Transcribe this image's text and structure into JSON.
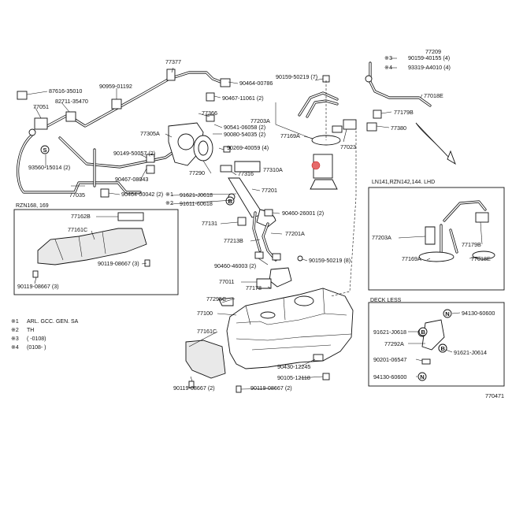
{
  "diagram": {
    "figure_number": "770471",
    "top_cut_label": "77209",
    "callouts": {
      "c87616": "87616-35010",
      "c77051": "77051",
      "c82711": "82711-35470",
      "c90959": "90959-01192",
      "c77377": "77377",
      "c90464a": "90464-00786",
      "c90467a": "90467-11061 (2)",
      "c77366": "77366",
      "c90541": "90541-06058 (2)",
      "c90080": "90080-54035 (2)",
      "c77305": "77305A",
      "c90269": "90269-40059 (4)",
      "c90149": "90149-50057 (2)",
      "c90467b": "90467-08043",
      "c77316": "77316",
      "c77310": "77310A",
      "c77290": "77290",
      "c93560": "93560-15014 (2)",
      "c77035": "77035",
      "c90464b": "90464-00042 (2)",
      "c91621a": "91621-J0618",
      "c91611": "91611-60618",
      "c77201": "77201",
      "c90460a": "90460-26001 (2)",
      "c77131": "77131",
      "c77213": "77213B",
      "c77201a": "77201A",
      "c90159a": "90159-50219 (7)",
      "c77203": "77203A",
      "c77169": "77169A",
      "c77023": "77023",
      "c90159b": "90159-40155 (4)",
      "c93319": "93319-A4010 (4)",
      "c77018": "77018E",
      "c77179": "77179B",
      "c77380": "77380",
      "c90159c": "90159-50219 (8)",
      "c90460b": "90460-46003 (2)",
      "c77011": "77011",
      "c77178": "77178",
      "c77295": "77295C",
      "c77100": "77100",
      "c77161c": "77161C",
      "c90430": "90430-12245",
      "c90105": "90105-12118",
      "c90119a": "90119-08667 (2)",
      "c90119b": "90119-08667 (2)",
      "c77162": "77162B",
      "c77161b": "77161C",
      "c90119c": "90119-08667 (3)",
      "c90119d": "90119-08667 (3)",
      "c77203r": "77203A",
      "c77179r": "77179B",
      "c77169r": "77169A",
      "c77018r": "77018E",
      "c94130a": "94130-60600",
      "c91621b": "91621-J0618",
      "c77292": "77292A",
      "c91621c": "91621-J0614",
      "c90201": "90201-06547",
      "c94130b": "94130-60600"
    },
    "markers": {
      "s3": "※3",
      "s4": "※4",
      "s1": "※1",
      "s2": "※2"
    },
    "boxes": {
      "rzn_title": "RZN168, 169",
      "ln_title": "LN141,RZN142,144. LHD",
      "deck_title": "DECK LESS"
    },
    "notes": [
      {
        "mark": "※1",
        "text": "ARL. GCC. GEN. SA"
      },
      {
        "mark": "※2",
        "text": "TH"
      },
      {
        "mark": "※3",
        "text": "(      -0108)"
      },
      {
        "mark": "※4",
        "text": "(0108-      )"
      }
    ],
    "badge_letters": {
      "S": "S",
      "B": "B",
      "N": "N"
    }
  }
}
